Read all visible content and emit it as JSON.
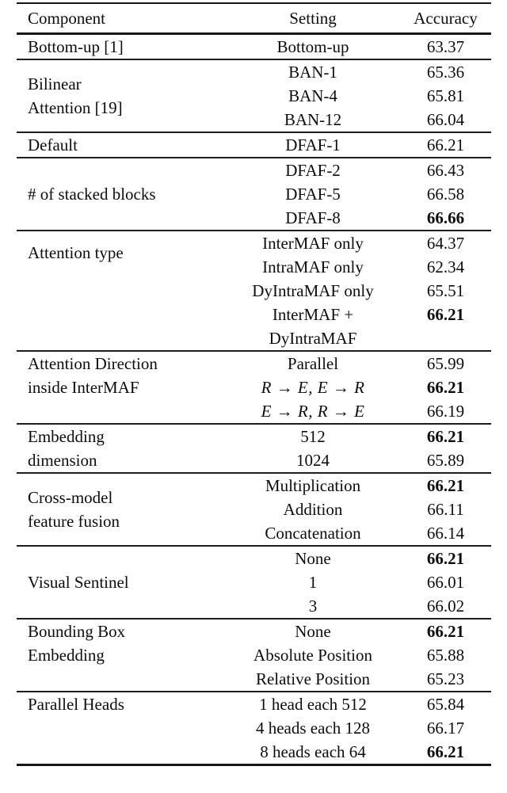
{
  "page": {
    "background": "#ffffff",
    "text_color": "#0d0d0d",
    "rule_color": "#161616"
  },
  "table": {
    "columns": {
      "component": "Component",
      "setting": "Setting",
      "accuracy": "Accuracy"
    },
    "groups": [
      {
        "component": "Bottom-up [1]",
        "rows": [
          {
            "setting": "Bottom-up",
            "accuracy": "63.37"
          }
        ]
      },
      {
        "component": "Bilinear\nAttention [19]",
        "rows": [
          {
            "setting": "BAN-1",
            "accuracy": "65.36"
          },
          {
            "setting": "BAN-4",
            "accuracy": "65.81"
          },
          {
            "setting": "BAN-12",
            "accuracy": "66.04"
          }
        ]
      },
      {
        "component": "Default",
        "rows": [
          {
            "setting": "DFAF-1",
            "accuracy": "66.21"
          }
        ]
      },
      {
        "component": "# of stacked blocks",
        "rows": [
          {
            "setting": "DFAF-2",
            "accuracy": "66.43"
          },
          {
            "setting": "DFAF-5",
            "accuracy": "66.58"
          },
          {
            "setting": "DFAF-8",
            "accuracy": "66.66",
            "bold": true
          }
        ]
      },
      {
        "component": "Attention type",
        "rows": [
          {
            "setting": "InterMAF only",
            "accuracy": "64.37"
          },
          {
            "setting": "IntraMAF only",
            "accuracy": "62.34"
          },
          {
            "setting": "DyIntraMAF only",
            "accuracy": "65.51"
          },
          {
            "setting": "InterMAF +\nDyIntraMAF",
            "accuracy": "66.21",
            "bold": true
          }
        ]
      },
      {
        "component": "Attention Direction\ninside InterMAF",
        "rows": [
          {
            "setting": "Parallel",
            "accuracy": "65.99"
          },
          {
            "setting": "R → E, E → R",
            "accuracy": "66.21",
            "bold": true,
            "math": true
          },
          {
            "setting": "E → R, R → E",
            "accuracy": "66.19",
            "math": true
          }
        ]
      },
      {
        "component": "Embedding\ndimension",
        "rows": [
          {
            "setting": "512",
            "accuracy": "66.21",
            "bold": true
          },
          {
            "setting": "1024",
            "accuracy": "65.89"
          }
        ]
      },
      {
        "component": "Cross-model\nfeature fusion",
        "rows": [
          {
            "setting": "Multiplication",
            "accuracy": "66.21",
            "bold": true
          },
          {
            "setting": "Addition",
            "accuracy": "66.11"
          },
          {
            "setting": "Concatenation",
            "accuracy": "66.14"
          }
        ]
      },
      {
        "component": "Visual Sentinel",
        "rows": [
          {
            "setting": "None",
            "accuracy": "66.21",
            "bold": true
          },
          {
            "setting": "1",
            "accuracy": "66.01"
          },
          {
            "setting": "3",
            "accuracy": "66.02"
          }
        ]
      },
      {
        "component": "Bounding Box\nEmbedding",
        "rows": [
          {
            "setting": "None",
            "accuracy": "66.21",
            "bold": true
          },
          {
            "setting": "Absolute Position",
            "accuracy": "65.88"
          },
          {
            "setting": "Relative Position",
            "accuracy": "65.23"
          }
        ]
      },
      {
        "component": "Parallel Heads",
        "rows": [
          {
            "setting": "1 head each 512",
            "accuracy": "65.84"
          },
          {
            "setting": "4 heads each 128",
            "accuracy": "66.17"
          },
          {
            "setting": "8 heads each 64",
            "accuracy": "66.21",
            "bold": true
          }
        ]
      }
    ]
  }
}
